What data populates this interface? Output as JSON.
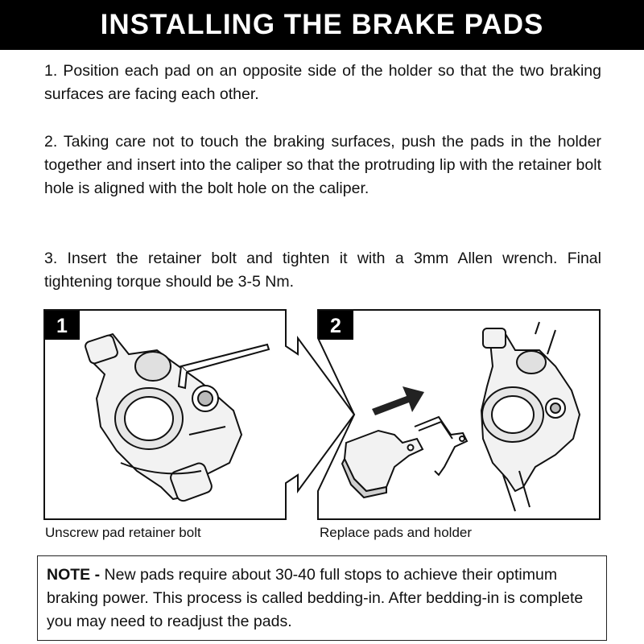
{
  "title": "INSTALLING THE BRAKE PADS",
  "steps": [
    "1. Position each pad on an opposite side of the holder so that the two braking surfaces are facing each other.",
    "2. Taking care not to touch the braking surfaces, push the pads in the holder together and insert into the caliper so that the protruding lip with the retainer bolt hole is aligned with the bolt hole on the caliper.",
    "3. Insert the retainer bolt and tighten it with a 3mm Allen wrench. Final tightening torque should be 3-5 Nm."
  ],
  "figures": [
    {
      "number": "1",
      "caption": "Unscrew pad retainer bolt"
    },
    {
      "number": "2",
      "caption": "Replace pads and holder"
    }
  ],
  "note": {
    "label": "NOTE -",
    "text": " New pads require about 30-40 full stops to achieve their optimum braking power. This process is called bedding-in. After bedding-in is complete you may need to readjust the pads."
  },
  "colors": {
    "header_bg": "#000000",
    "header_text": "#ffffff",
    "ink": "#111111"
  },
  "icons": [
    "brake-caliper-illustration",
    "allen-wrench-illustration",
    "brake-pad-illustration",
    "pad-holder-illustration",
    "direction-arrow-icon"
  ]
}
